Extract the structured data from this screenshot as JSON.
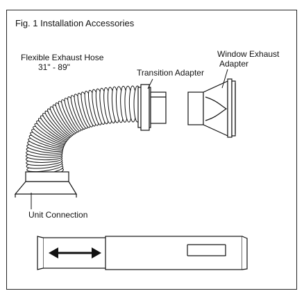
{
  "figure": {
    "title": "Fig. 1 Installation Accessories"
  },
  "labels": {
    "hose_name": "Flexible Exhaust Hose",
    "hose_range": "31\" - 89\"",
    "transition": "Transition Adapter",
    "window_line1": "Window Exhaust",
    "window_line2": "Adapter",
    "unit_connection": "Unit Connection"
  },
  "colors": {
    "line": "#111111",
    "fill": "#ffffff"
  }
}
